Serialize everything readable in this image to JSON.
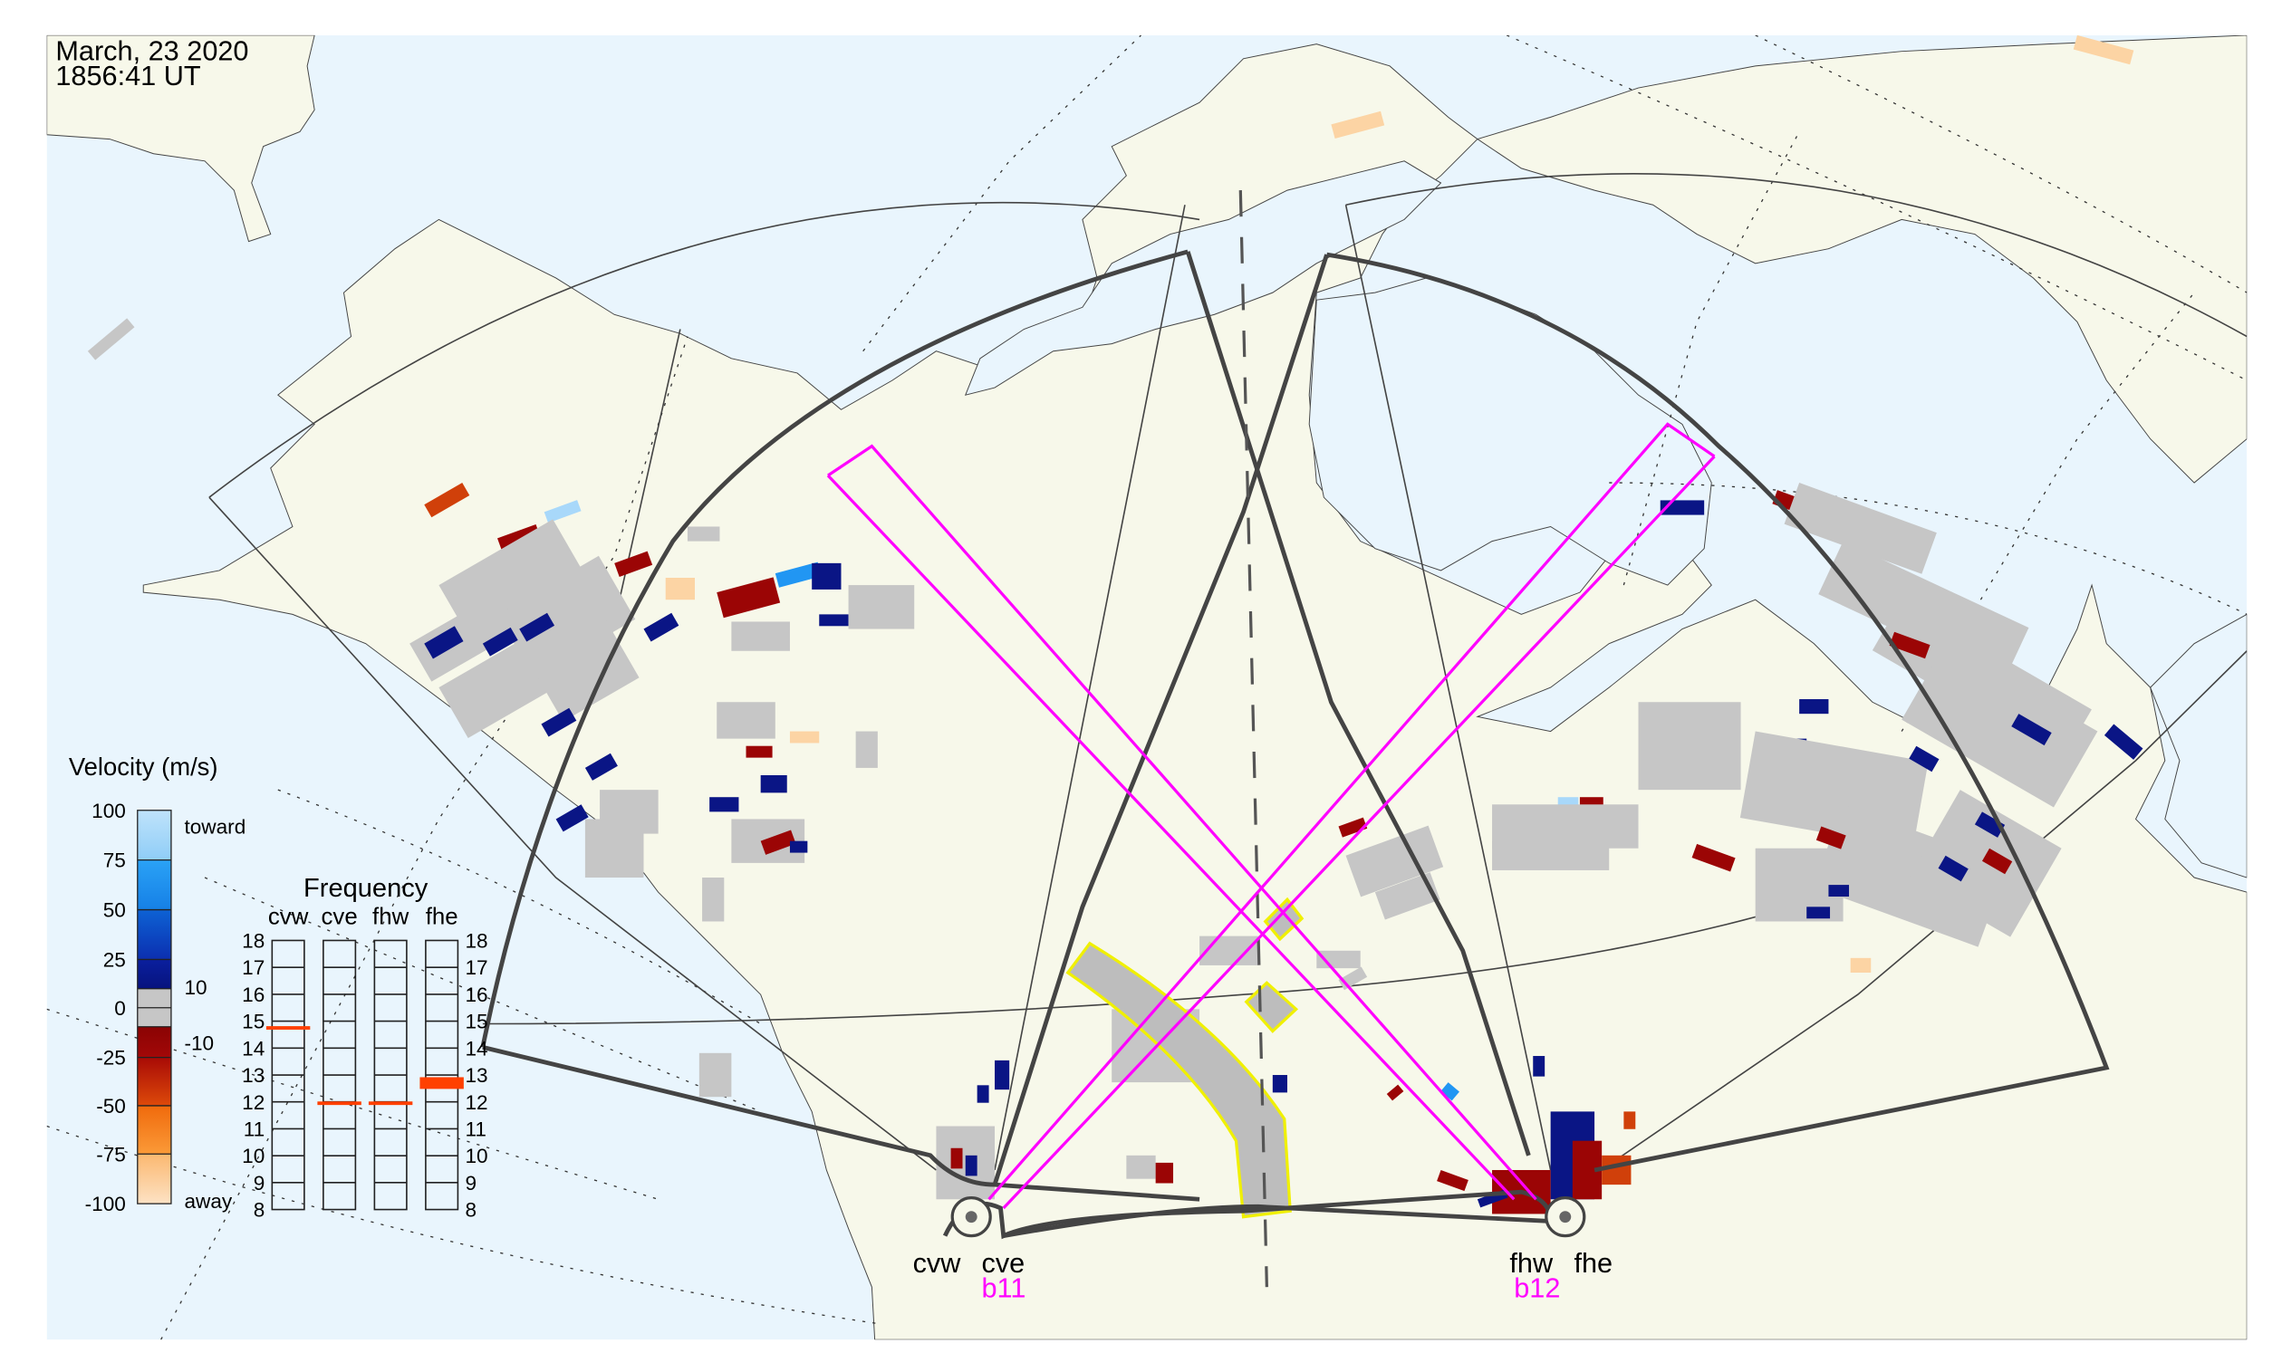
{
  "header": {
    "date": "March, 23 2020",
    "time": "1856:41 UT"
  },
  "legend": {
    "title": "Velocity (m/s)",
    "ticks": [
      "100",
      "75",
      "50",
      "25",
      "0",
      "-25",
      "-50",
      "-75",
      "-100"
    ],
    "toward_label": "toward",
    "away_label": "away",
    "gray_upper": "10",
    "gray_lower": "-10",
    "colors": {
      "toward_light": "#a8d8fa",
      "toward_mid": "#2196f3",
      "toward_dark": "#0a2aa8",
      "toward_darkest": "#0a1585",
      "gray": "#c6c6c6",
      "away_dark": "#9b0505",
      "away_mid": "#d0400a",
      "away_orange": "#fb7c10",
      "away_light": "#fcd4a4"
    }
  },
  "frequency": {
    "title": "Frequency",
    "radars": [
      "cvw",
      "cve",
      "fhw",
      "fhe"
    ],
    "ticks": [
      "18",
      "17",
      "16",
      "15",
      "14",
      "13",
      "12",
      "11",
      "10",
      "9",
      "8"
    ],
    "range_mhz": [
      8,
      18
    ],
    "markers_mhz": {
      "cvw": 14.75,
      "cve": 11.95,
      "fhw": 11.95,
      "fhe": 12.7
    },
    "marker_color": "#ff4000"
  },
  "stations": {
    "cvw": "cvw",
    "cve": "cve",
    "fhw": "fhw",
    "fhe": "fhe",
    "beam_west": "b11",
    "beam_east": "b12",
    "beam_color": "#ff00ff"
  }
}
